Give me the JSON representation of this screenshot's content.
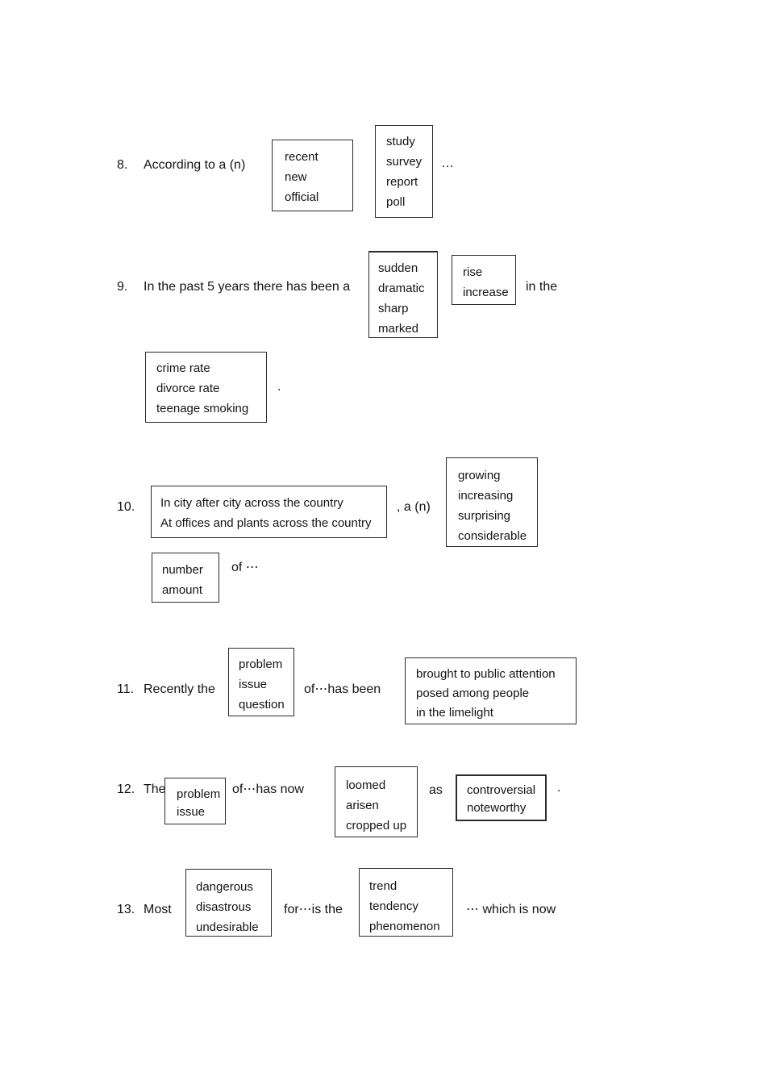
{
  "document": {
    "items": {
      "item8": {
        "number": "8.",
        "lead": "According to a (n)",
        "adjectives": [
          "recent",
          "new",
          "official"
        ],
        "nouns": [
          "study",
          "survey",
          "report",
          "poll"
        ],
        "trailing_dots": "…"
      },
      "item9": {
        "number": "9.",
        "lead": "In the past 5 years there has been a",
        "adjectives": [
          "sudden",
          "dramatic",
          "sharp",
          "marked"
        ],
        "nouns": [
          "rise",
          "increase"
        ],
        "mid": "in the",
        "topics": [
          "crime rate",
          "divorce rate",
          "teenage smoking"
        ],
        "period": "."
      },
      "item10": {
        "number": "10.",
        "openers": [
          "In city after city across the country",
          "At offices and plants across the country"
        ],
        "mid": ", a (n)",
        "adjectives": [
          "growing",
          "increasing",
          "surprising",
          "considerable"
        ],
        "quantities": [
          "number",
          "amount"
        ],
        "trailing": "of ⋯"
      },
      "item11": {
        "number": "11.",
        "lead": "Recently the",
        "nouns": [
          "problem",
          "issue",
          "question"
        ],
        "mid": "of⋯has been",
        "predicates": [
          "brought to public attention",
          "posed among people",
          "in the limelight"
        ]
      },
      "item12": {
        "number": "12.",
        "lead": "The",
        "nouns": [
          "problem",
          "issue"
        ],
        "mid1": "of⋯has now",
        "verbs": [
          "loomed",
          "arisen",
          "cropped up"
        ],
        "mid2": "as",
        "adjectives": [
          "controversial",
          "noteworthy"
        ],
        "period": "."
      },
      "item13": {
        "number": "13.",
        "lead": "Most",
        "adjectives": [
          "dangerous",
          "disastrous",
          "undesirable"
        ],
        "mid": "for⋯is the",
        "nouns": [
          "trend",
          "tendency",
          "phenomenon"
        ],
        "trailing": "⋯ which is now"
      }
    }
  }
}
